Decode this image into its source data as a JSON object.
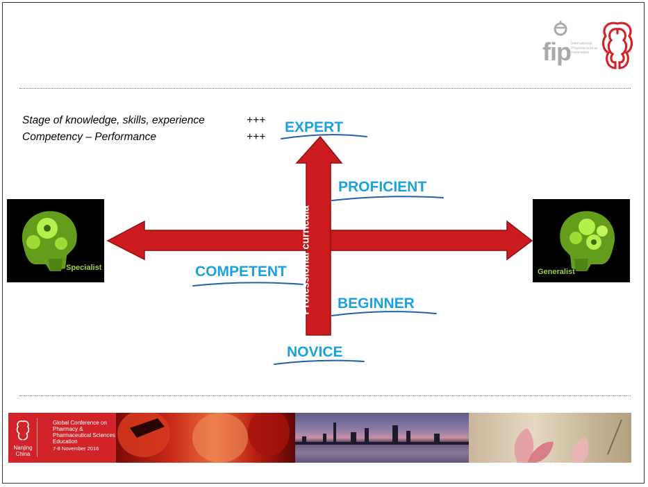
{
  "header": {
    "fip_logo_text": "fip",
    "fip_org_name": "International Pharmaceutical Federation",
    "emblem_icon": "fip-red-emblem-icon",
    "accent_color": "#d2232a"
  },
  "stage_lines": [
    {
      "text": "Stage of knowledge, skills, experience",
      "marker": "+++"
    },
    {
      "text": "Competency – Performance",
      "marker": "+++"
    }
  ],
  "levels": [
    "EXPERT",
    "PROFICIENT",
    "COMPETENT",
    "BEGINNER",
    "NOVICE"
  ],
  "level_color": "#1ba1db",
  "vertical_arrow_label": "Professional curricula",
  "arrow_color": "#cc1b1f",
  "left_panel": {
    "label": "Specialist",
    "icon": "head-gears-icon"
  },
  "right_panel": {
    "label": "Generalist",
    "icon": "head-gears-icon"
  },
  "footer_banner": {
    "conference_title": "Global Conference on Pharmacy & Pharmaceutical Sciences Education",
    "city": "Nanjing",
    "country": "China",
    "dates": "7-8 November 2016"
  }
}
